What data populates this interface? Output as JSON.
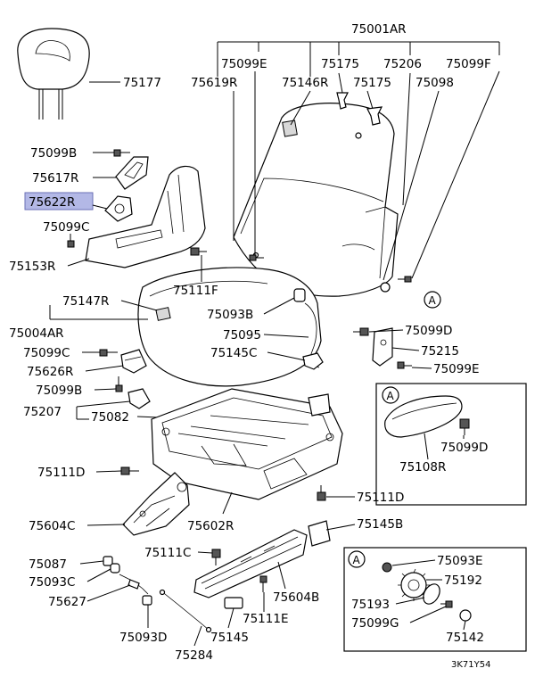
{
  "accent_color": "#b3b8e6",
  "highlighted_part": "75622R",
  "diagram_code": "3K71Y54",
  "callout_letter": "A",
  "part_labels": {
    "p75001AR": "75001AR",
    "p75099E_top": "75099E",
    "p75175_a": "75175",
    "p75206": "75206",
    "p75099F": "75099F",
    "p75619R": "75619R",
    "p75146R": "75146R",
    "p75175_b": "75175",
    "p75098": "75098",
    "p75177": "75177",
    "p75099B_top": "75099B",
    "p75617R": "75617R",
    "p75622R": "75622R",
    "p75099C_top": "75099C",
    "p75153R": "75153R",
    "p75111F": "75111F",
    "p75147R": "75147R",
    "p75093B": "75093B",
    "p75004AR": "75004AR",
    "p75095": "75095",
    "p75099C_mid": "75099C",
    "p75145C": "75145C",
    "p75099D_top": "75099D",
    "p75215": "75215",
    "p75099E_right": "75099E",
    "p75626R": "75626R",
    "p75099B_mid": "75099B",
    "p75207": "75207",
    "p75082": "75082",
    "p75099D_box": "75099D",
    "p75108R": "75108R",
    "p75111D_left": "75111D",
    "p75111D_right": "75111D",
    "p75604C": "75604C",
    "p75602R": "75602R",
    "p75145B": "75145B",
    "p75111C": "75111C",
    "p75087": "75087",
    "p75093C": "75093C",
    "p75627": "75627",
    "p75604B": "75604B",
    "p75111E": "75111E",
    "p75093D": "75093D",
    "p75145": "75145",
    "p75284": "75284",
    "p75093E": "75093E",
    "p75192": "75192",
    "p75193": "75193",
    "p75099G": "75099G",
    "p75142": "75142"
  }
}
